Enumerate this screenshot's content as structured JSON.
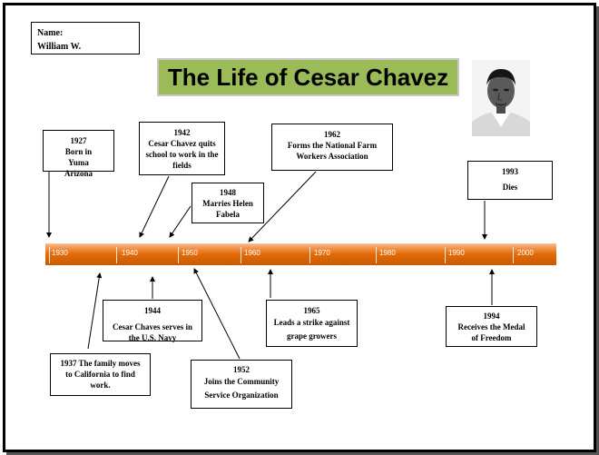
{
  "name_box": {
    "label": "Name:",
    "value": "William W."
  },
  "title": "The Life of Cesar Chavez",
  "timeline": {
    "ticks": [
      "1930",
      "1940",
      "1950",
      "1960",
      "1970",
      "1980",
      "1990",
      "2000"
    ]
  },
  "events_above": [
    {
      "year": "1927",
      "text": "Born in Yuma Arizona"
    },
    {
      "year": "1942",
      "text": "Cesar Chavez quits school to work in the fields"
    },
    {
      "year": "1948",
      "text": "Marries Helen Fabela"
    },
    {
      "year": "1962",
      "text": "Forms the National Farm Workers Association"
    },
    {
      "year": "1993",
      "text": "Dies"
    }
  ],
  "events_below": [
    {
      "year": "1944",
      "text": "Cesar Chaves serves in the U.S. Navy"
    },
    {
      "year": "1937",
      "text": "The family moves to California to find work."
    },
    {
      "year": "1952",
      "text": "Joins the Community Service Organization"
    },
    {
      "year": "1965",
      "text": "Leads a strike against grape growers"
    },
    {
      "year": "1994",
      "text": "Receives the Medal of Freedom"
    }
  ],
  "colors": {
    "title_bg": "#9bbb59",
    "timeline": "#e46c0a"
  },
  "photo": {
    "icon": "portrait-photo-icon"
  }
}
